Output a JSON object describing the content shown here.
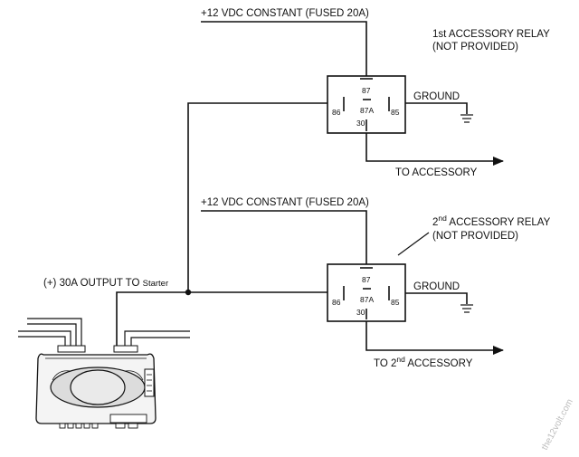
{
  "top_feed": {
    "label": "+12 VDC CONSTANT (FUSED 20A)"
  },
  "relay1": {
    "title": "1st ACCESSORY RELAY",
    "note": "(NOT PROVIDED)",
    "pins": {
      "p87": "87",
      "p86": "86",
      "p85": "85",
      "p87a": "87A",
      "p30": "30"
    },
    "ground": "GROUND",
    "output": "TO ACCESSORY"
  },
  "mid_feed": {
    "label": "+12 VDC CONSTANT (FUSED 20A)"
  },
  "relay2": {
    "title_sup": "nd",
    "title_pre": "2",
    "title_rest": " ACCESSORY RELAY",
    "note": "(NOT PROVIDED)",
    "pins": {
      "p87": "87",
      "p86": "86",
      "p85": "85",
      "p87a": "87A",
      "p30": "30"
    },
    "ground": "GROUND",
    "output_pre": "TO 2",
    "output_sup": "nd",
    "output_rest": " ACCESSORY"
  },
  "starter": {
    "label_main": "(+) 30A OUTPUT TO ",
    "label_small": "Starter"
  },
  "watermark": "the12volt.com"
}
